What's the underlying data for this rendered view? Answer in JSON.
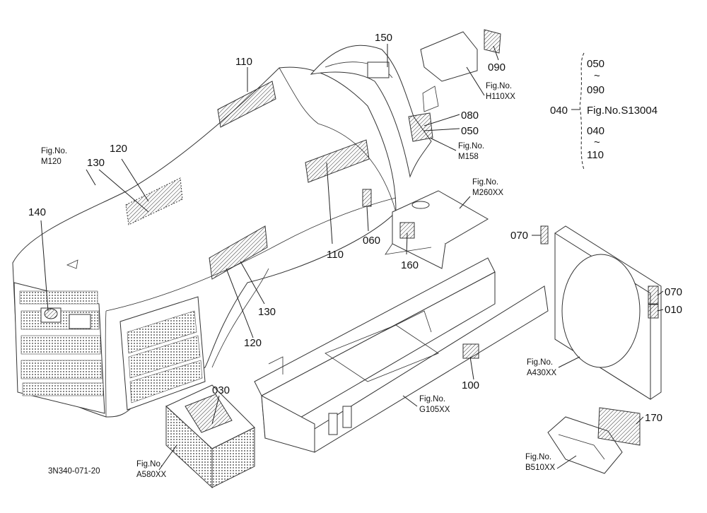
{
  "diagram": {
    "code": "3N340-071-20",
    "callouts": {
      "c010": "010",
      "c030": "030",
      "c050": "050",
      "c060": "060",
      "c070a": "070",
      "c070b": "070",
      "c080": "080",
      "c090": "090",
      "c100": "100",
      "c110a": "110",
      "c110b": "110",
      "c120a": "120",
      "c120b": "120",
      "c130a": "130",
      "c130b": "130",
      "c140": "140",
      "c150": "150",
      "c160": "160",
      "c170": "170"
    },
    "figrefs": {
      "m120": {
        "label": "Fig.No.",
        "id": "M120"
      },
      "h110": {
        "label": "Fig.No.",
        "id": "H110XX"
      },
      "m158": {
        "label": "Fig.No.",
        "id": "M158"
      },
      "m260": {
        "label": "Fig.No.",
        "id": "M260XX"
      },
      "a430": {
        "label": "Fig.No.",
        "id": "A430XX"
      },
      "g105": {
        "label": "Fig.No.",
        "id": "G105XX"
      },
      "a580": {
        "label": "Fig.No.",
        "id": "A580XX"
      },
      "b510": {
        "label": "Fig.No.",
        "id": "B510XX"
      }
    },
    "legend": {
      "r1": "050",
      "t1": "~",
      "r2": "090",
      "main_num": "040",
      "main_ref": "Fig.No.S13004",
      "r3": "040",
      "t2": "~",
      "r4": "110"
    }
  }
}
